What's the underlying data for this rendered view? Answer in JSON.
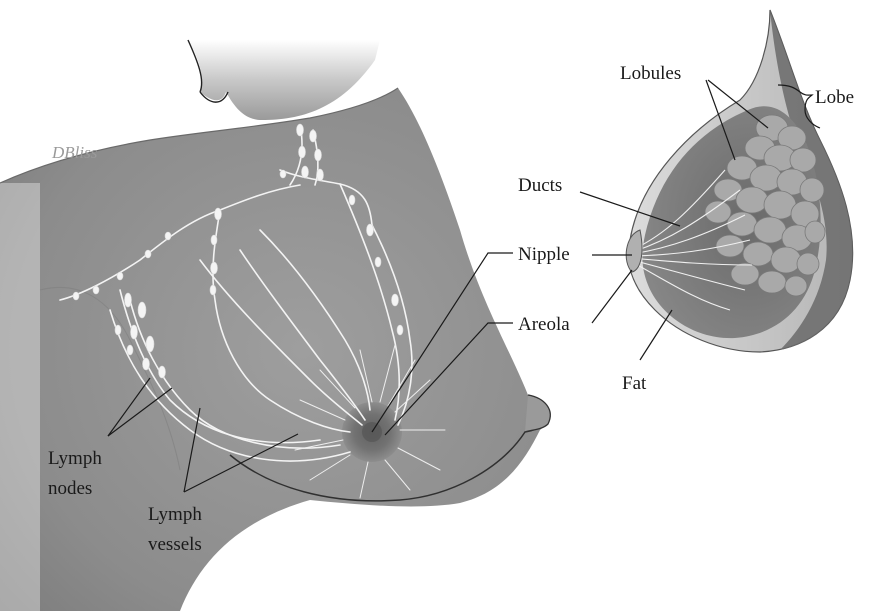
{
  "signature": "DBliss",
  "labels": {
    "lobules": "Lobules",
    "lobe": "Lobe",
    "ducts": "Ducts",
    "nipple": "Nipple",
    "areola": "Areola",
    "fat": "Fat",
    "lymph_nodes_line1": "Lymph",
    "lymph_nodes_line2": "nodes",
    "lymph_vessels_line1": "Lymph",
    "lymph_vessels_line2": "vessels"
  }
}
